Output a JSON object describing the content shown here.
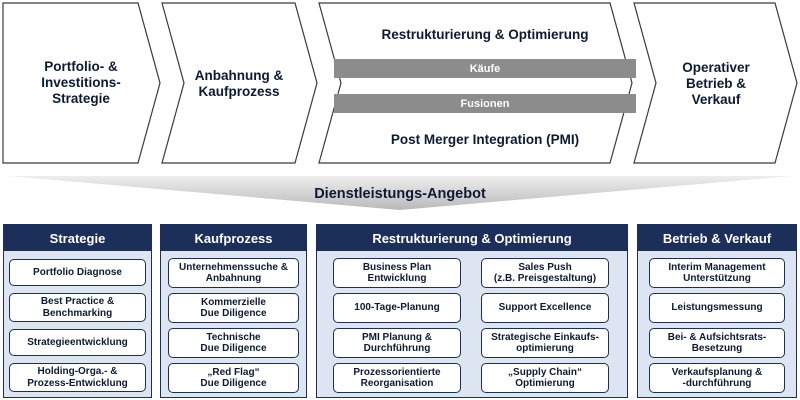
{
  "phases": {
    "portfolio": "Portfolio- &\nInvestitions-\nStrategie",
    "anbahnung": "Anbahnung &\nKaufprozess",
    "restrukturierung": "Restrukturierung & Optimierung",
    "kaeufe": "Käufe",
    "fusionen": "Fusionen",
    "pmi": "Post Merger Integration (PMI)",
    "operativ": "Operativer\nBetrieb &\nVerkauf"
  },
  "offer_title": "Dienstleistungs-Angebot",
  "columns": {
    "strategie": {
      "title": "Strategie",
      "items": [
        "Portfolio Diagnose",
        "Best Practice &\nBenchmarking",
        "Strategieentwicklung",
        "Holding-Orga.- &\nProzess-Entwicklung"
      ]
    },
    "kaufprozess": {
      "title": "Kaufprozess",
      "items": [
        "Unternehmenssuche &\nAnbahnung",
        "Kommerzielle\nDue Diligence",
        "Technische\nDue Diligence",
        "„Red Flag“\nDue Diligence"
      ]
    },
    "restrukturierung": {
      "title": "Restrukturierung & Optimierung",
      "left_items": [
        "Business Plan\nEntwicklung",
        "100-Tage-Planung",
        "PMI Planung &\nDurchführung",
        "Prozessorientierte\nReorganisation"
      ],
      "right_items": [
        "Sales Push\n(z.B. Preisgestaltung)",
        "Support Excellence",
        "Strategische Einkaufs-\noptimierung",
        "„Supply Chain“\nOptimierung"
      ]
    },
    "betrieb": {
      "title": "Betrieb & Verkauf",
      "items": [
        "Interim Management\nUnterstützung",
        "Leistungsmessung",
        "Bei- & Aufsichtsrats-\nBesetzung",
        "Verkaufsplanung &\n-durchführung"
      ]
    }
  },
  "colors": {
    "navy": "#1b2f5a",
    "panel": "#dce5f1",
    "bar_gray": "#8c8c8c",
    "chevron_border": "#3a3a3a"
  }
}
